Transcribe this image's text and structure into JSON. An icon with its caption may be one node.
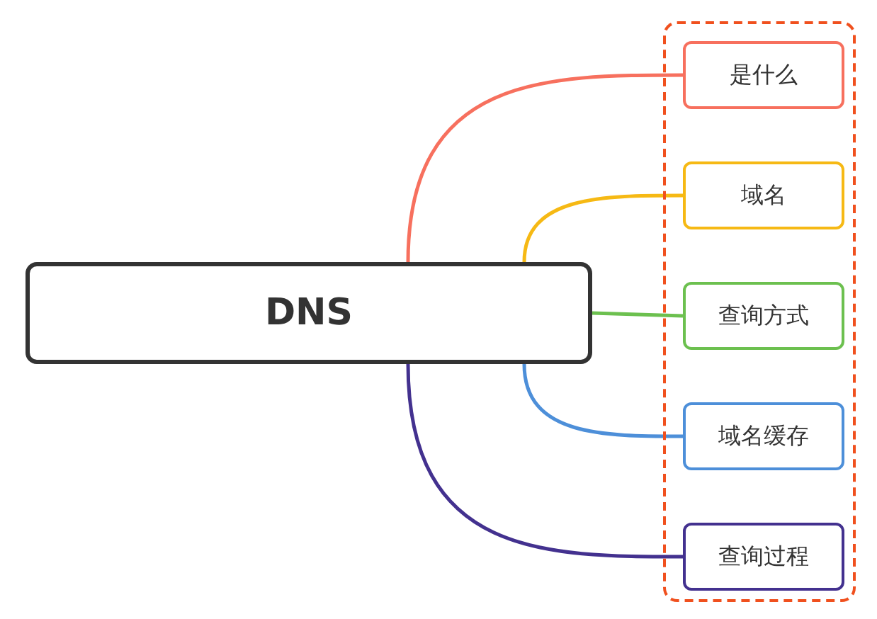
{
  "diagram": {
    "nodes": [
      {
        "text": [
          "DNS"
        ]
      },
      {
        "text": [],
        "shape": "box"
      },
      {
        "text": [
          "是什么"
        ],
        "in": 1
      },
      {
        "text": [
          "域名"
        ],
        "in": 1
      },
      {
        "text": [
          "查询方式"
        ],
        "in": 1
      },
      {
        "text": [
          "域名缓存"
        ],
        "in": 1
      },
      {
        "text": [
          "查询过程"
        ],
        "in": 1
      }
    ],
    "edges": [
      {
        "from": 0,
        "to": 2,
        "arrow": "none",
        "color": "#f7705e"
      },
      {
        "from": 0,
        "to": 3,
        "arrow": "none",
        "color": "#f6b914"
      },
      {
        "from": 0,
        "to": 4,
        "arrow": "none",
        "color": "#6cc04f"
      },
      {
        "from": 0,
        "to": 5,
        "arrow": "none",
        "color": "#4d8fd9"
      },
      {
        "from": 0,
        "to": 6,
        "arrow": "none",
        "color": "#43318f"
      }
    ]
  }
}
